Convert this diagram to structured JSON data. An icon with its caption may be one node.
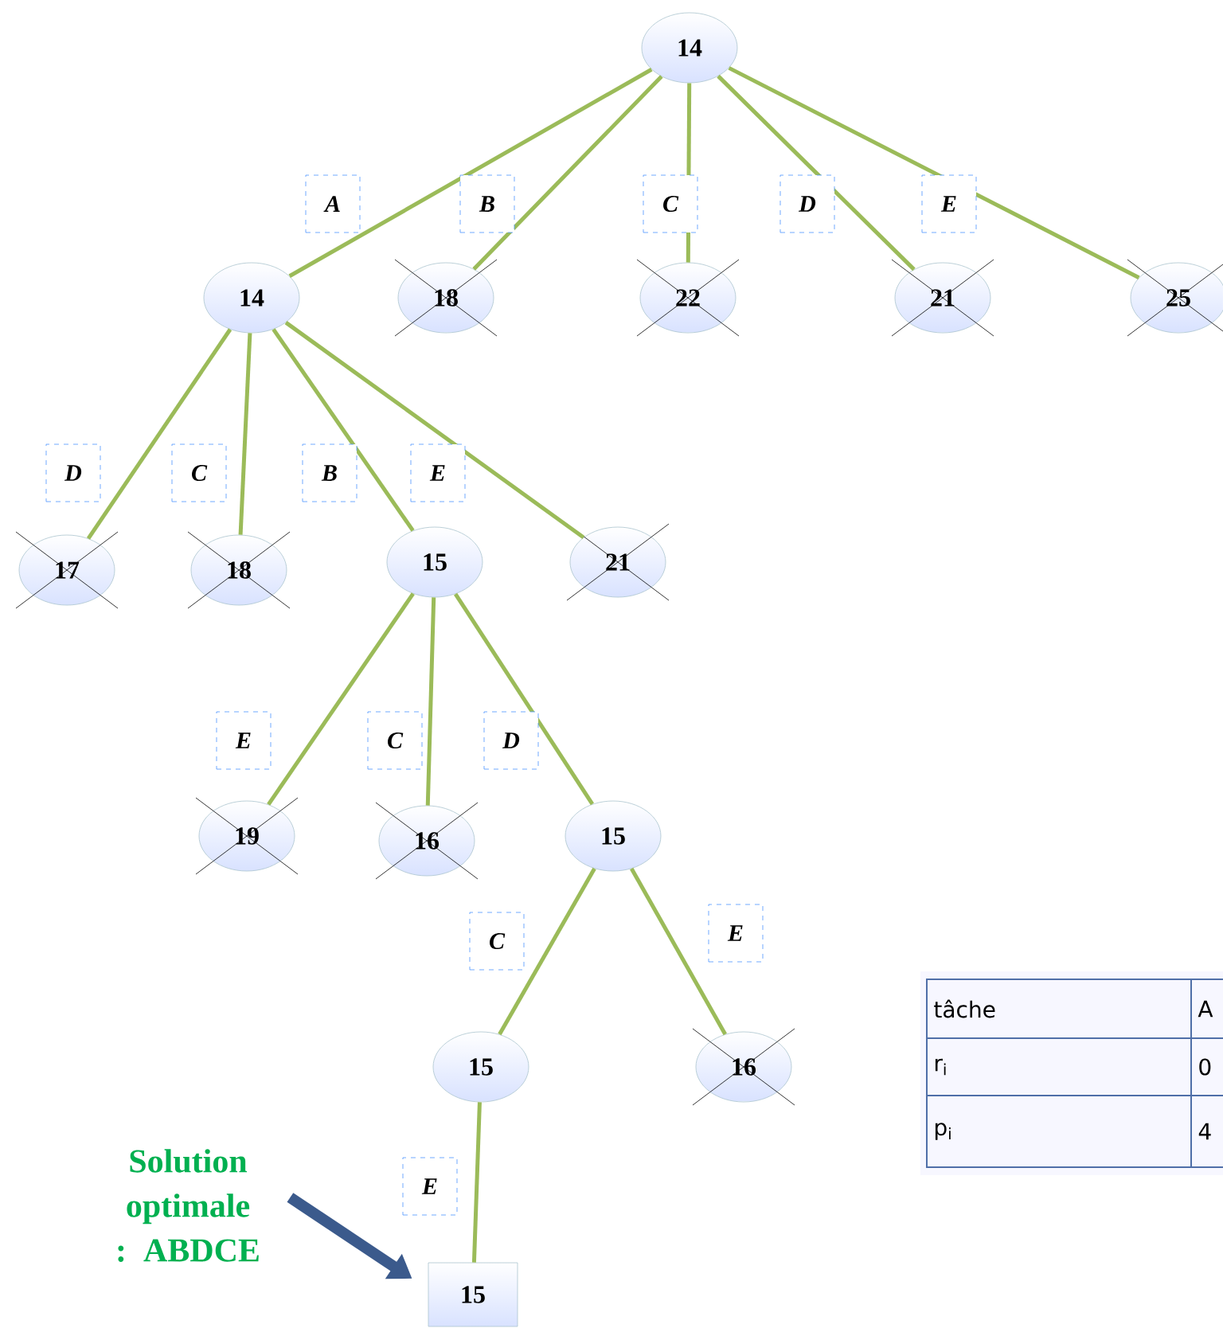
{
  "diagram": {
    "nodes": [
      {
        "text": [
          "14"
        ]
      },
      {
        "text": [
          "14"
        ]
      },
      {
        "text": [
          "18"
        ]
      },
      {
        "text": [
          "22"
        ]
      },
      {
        "text": [
          "21"
        ]
      },
      {
        "text": [
          "25"
        ]
      },
      {
        "text": [
          "17"
        ]
      },
      {
        "text": [
          "18"
        ]
      },
      {
        "text": [
          "15"
        ]
      },
      {
        "text": [
          "21"
        ]
      },
      {
        "text": [
          "19"
        ]
      },
      {
        "text": [
          "16"
        ]
      },
      {
        "text": [
          "15"
        ]
      },
      {
        "text": [
          "15"
        ]
      },
      {
        "text": [
          "16"
        ]
      },
      {
        "text": [
          "Solution optimale : ABDCE"
        ]
      },
      {
        "text": [
          "15"
        ]
      }
    ],
    "edges": [
      {
        "from": 0,
        "to": 1,
        "arrow": "none",
        "label": "A"
      },
      {
        "from": 0,
        "to": 2,
        "arrow": "none",
        "label": "B"
      },
      {
        "from": 0,
        "to": 3,
        "arrow": "none",
        "label": "C"
      },
      {
        "from": 0,
        "to": 4,
        "arrow": "none",
        "label": "D"
      },
      {
        "from": 0,
        "to": 5,
        "arrow": "none",
        "label": "E"
      },
      {
        "from": 1,
        "to": 6,
        "arrow": "none",
        "label": "D"
      },
      {
        "from": 1,
        "to": 7,
        "arrow": "none",
        "label": "C"
      },
      {
        "from": 1,
        "to": 8,
        "arrow": "none",
        "label": "B"
      },
      {
        "from": 1,
        "to": 9,
        "arrow": "none",
        "label": "E"
      },
      {
        "from": 8,
        "to": 10,
        "arrow": "none",
        "label": "E"
      },
      {
        "from": 8,
        "to": 11,
        "arrow": "none",
        "label": "C"
      },
      {
        "from": 8,
        "to": 12,
        "arrow": "none",
        "label": "D"
      },
      {
        "from": 12,
        "to": 13,
        "arrow": "none",
        "label": "C"
      },
      {
        "from": 12,
        "to": 14,
        "arrow": "none",
        "label": "E"
      },
      {
        "from": 13,
        "to": 16,
        "arrow": "none",
        "label": "E"
      },
      {
        "from": 15,
        "to": 16,
        "arrow": "to",
        "style": "thick",
        "color": "#3b5a8c"
      }
    ],
    "labels": [
      "tâche",
      "A",
      "r$_{i}$",
      "0",
      "p$_{i}$",
      "4"
    ]
  }
}
